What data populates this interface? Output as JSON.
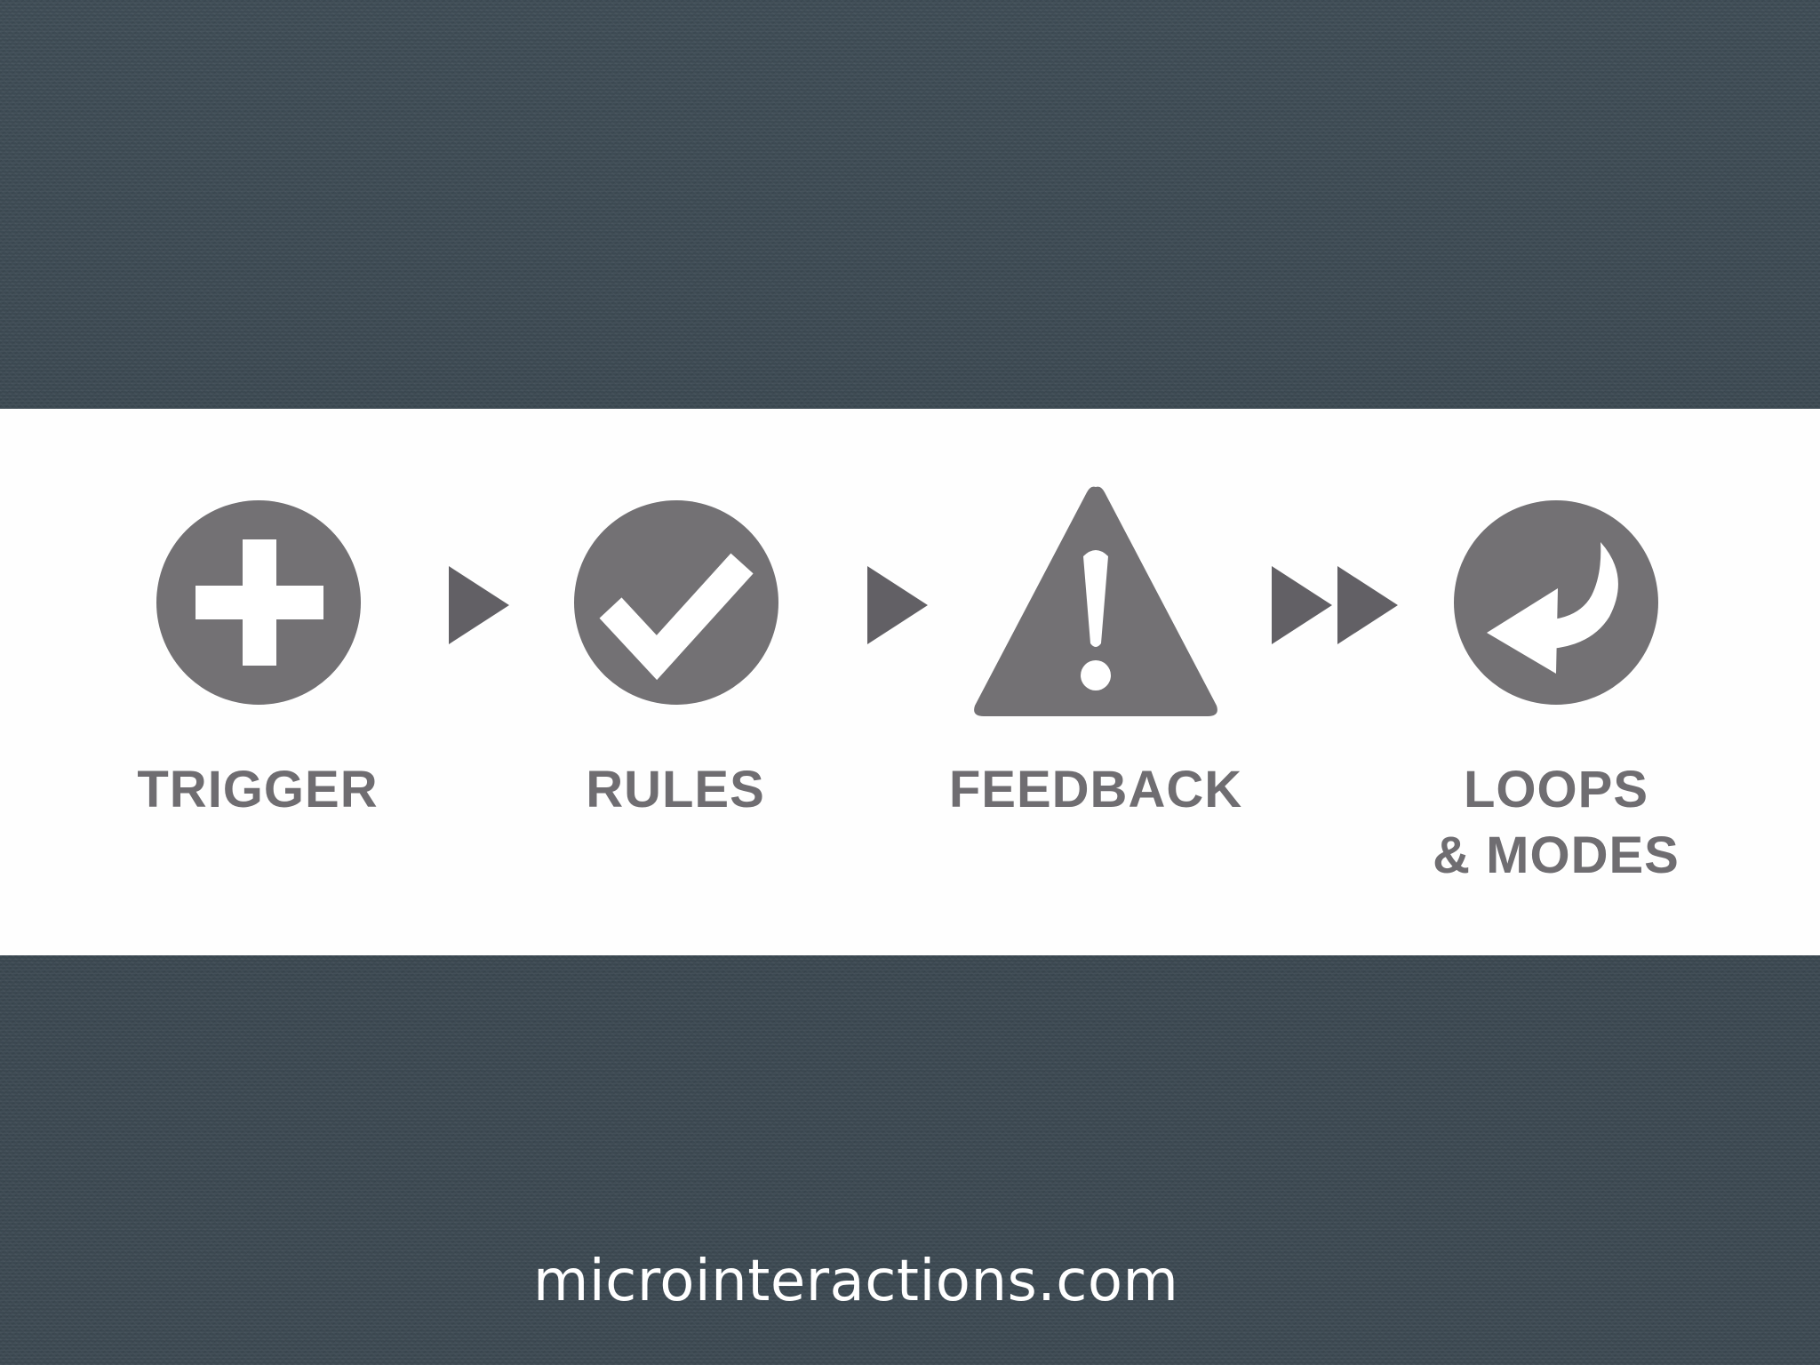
{
  "steps": [
    {
      "label": "TRIGGER",
      "icon": "plus-circle-icon"
    },
    {
      "label": "RULES",
      "icon": "checkmark-circle-icon"
    },
    {
      "label": "FEEDBACK",
      "icon": "warning-triangle-icon"
    },
    {
      "label": "LOOPS\n& MODES",
      "icon": "return-arrow-circle-icon"
    }
  ],
  "connectors": [
    "play-arrow-icon",
    "play-arrow-icon",
    "fast-forward-icon"
  ],
  "footer": {
    "url": "microinteractions.com"
  },
  "colors": {
    "background": "#3d4a53",
    "band": "#fefefe",
    "icon_fill": "#737174",
    "label_text": "#6f6d71",
    "footer_text": "#ffffff"
  }
}
